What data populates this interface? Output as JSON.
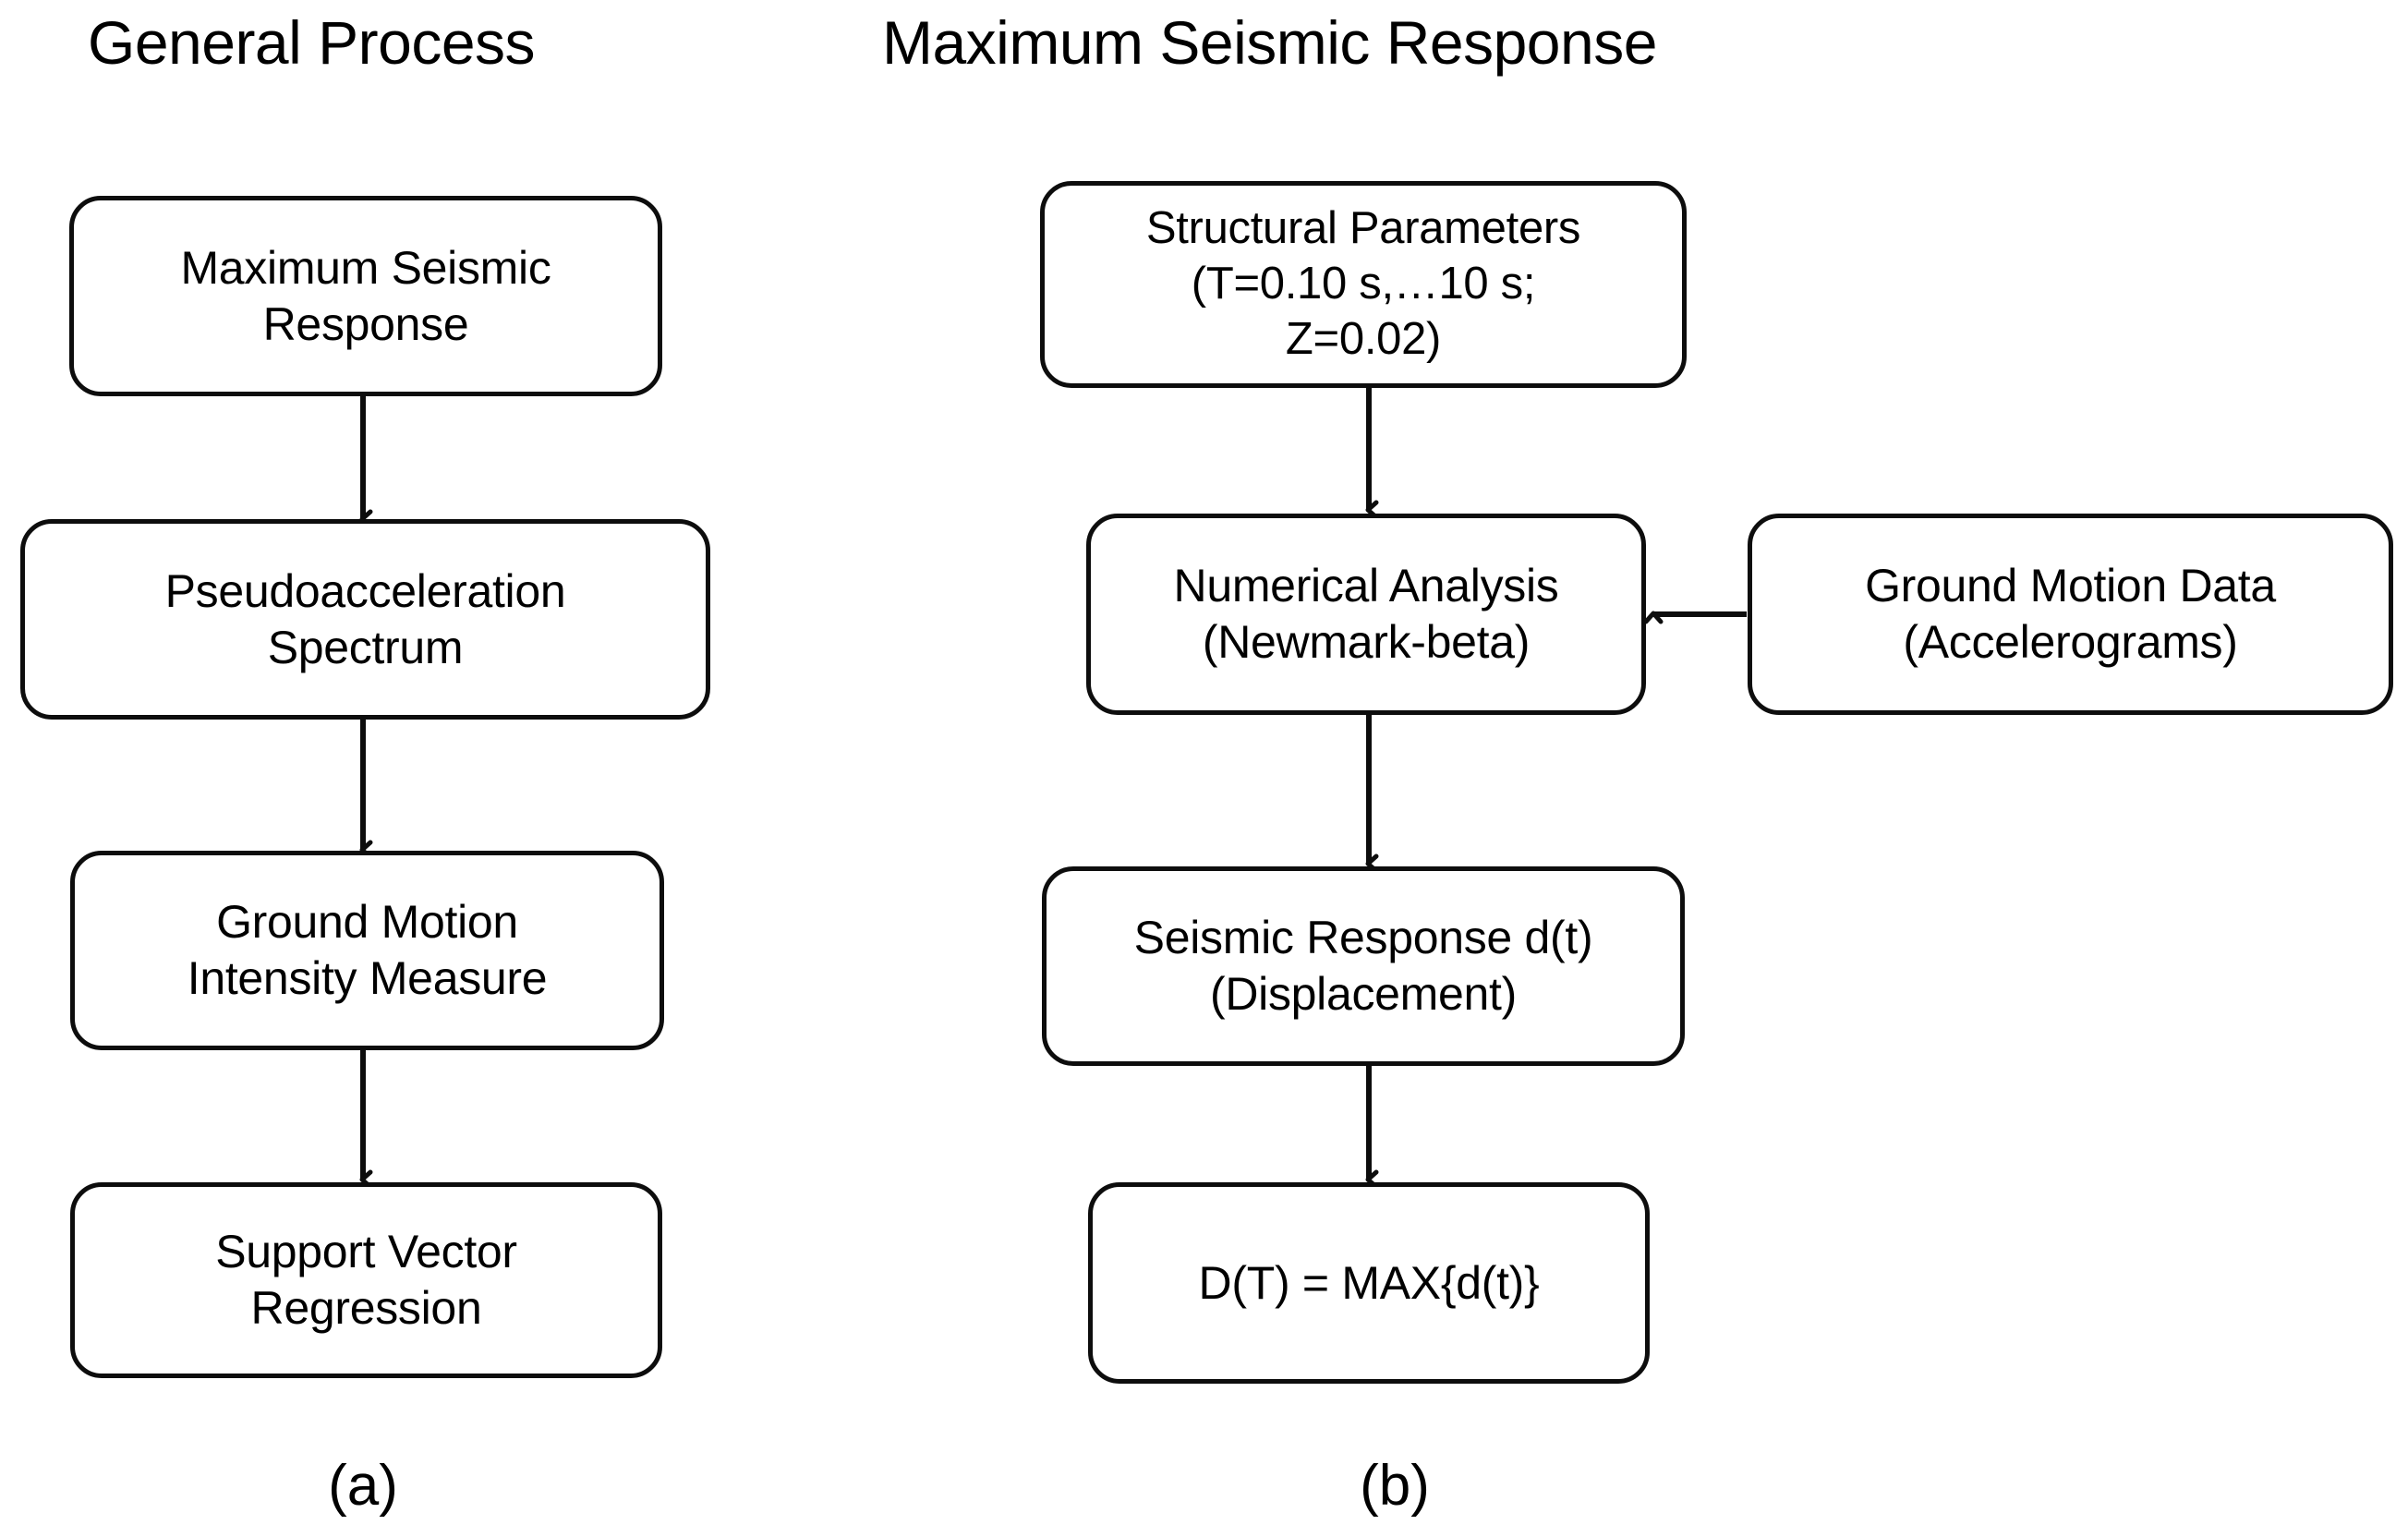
{
  "figure": {
    "panels": [
      {
        "id": "a",
        "title": "General Process",
        "caption": "(a)",
        "nodes": [
          {
            "name": "maximum-seismic-response",
            "label": "Maximum Seismic\nResponse"
          },
          {
            "name": "pseudoacceleration-spectrum",
            "label": "Pseudoacceleration\nSpectrum"
          },
          {
            "name": "ground-motion-intensity-measure",
            "label": "Ground Motion\nIntensity Measure"
          },
          {
            "name": "support-vector-regression",
            "label": "Support Vector\nRegression"
          }
        ],
        "edges": [
          {
            "from": "maximum-seismic-response",
            "to": "pseudoacceleration-spectrum",
            "direction": "down"
          },
          {
            "from": "pseudoacceleration-spectrum",
            "to": "ground-motion-intensity-measure",
            "direction": "down"
          },
          {
            "from": "ground-motion-intensity-measure",
            "to": "support-vector-regression",
            "direction": "down"
          }
        ]
      },
      {
        "id": "b",
        "title": "Maximum Seismic Response",
        "caption": "(b)",
        "nodes": [
          {
            "name": "structural-parameters",
            "label": "Structural Parameters\n(T=0.10 s,…10 s;\nZ=0.02)"
          },
          {
            "name": "numerical-analysis",
            "label": "Numerical Analysis\n(Newmark-beta)"
          },
          {
            "name": "ground-motion-data",
            "label": "Ground Motion Data\n(Accelerograms)"
          },
          {
            "name": "seismic-response",
            "label": "Seismic Response d(t)\n(Displacement)"
          },
          {
            "name": "max-displacement-formula",
            "label": "D(T) = MAX{d(t)}"
          }
        ],
        "edges": [
          {
            "from": "structural-parameters",
            "to": "numerical-analysis",
            "direction": "down"
          },
          {
            "from": "ground-motion-data",
            "to": "numerical-analysis",
            "direction": "left"
          },
          {
            "from": "numerical-analysis",
            "to": "seismic-response",
            "direction": "down"
          },
          {
            "from": "seismic-response",
            "to": "max-displacement-formula",
            "direction": "down"
          }
        ]
      }
    ],
    "colors": {
      "background": "#ffffff",
      "stroke": "#0d0d0d",
      "text": "#000000",
      "node_fill": "#ffffff"
    }
  }
}
